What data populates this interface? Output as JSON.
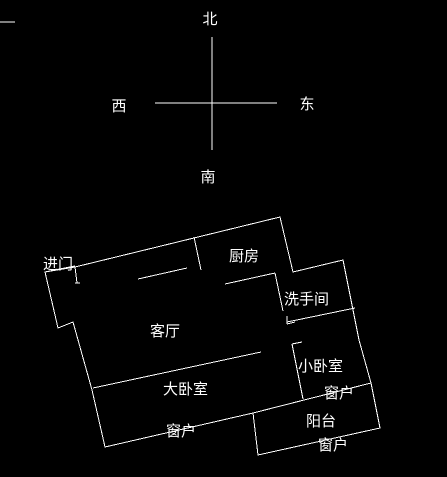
{
  "compass": {
    "north": "北",
    "south": "南",
    "east": "东",
    "west": "西"
  },
  "rooms": {
    "entrance": "进门",
    "kitchen": "厨房",
    "bathroom": "洗手间",
    "living_room": "客厅",
    "small_bedroom": "小卧室",
    "master_bedroom": "大卧室",
    "balcony": "阳台"
  },
  "windows": {
    "master_bedroom_window": "窗户",
    "small_bedroom_window": "窗户",
    "balcony_window": "窗户"
  },
  "colors": {
    "background": "#000000",
    "lines": "#ffffff"
  }
}
